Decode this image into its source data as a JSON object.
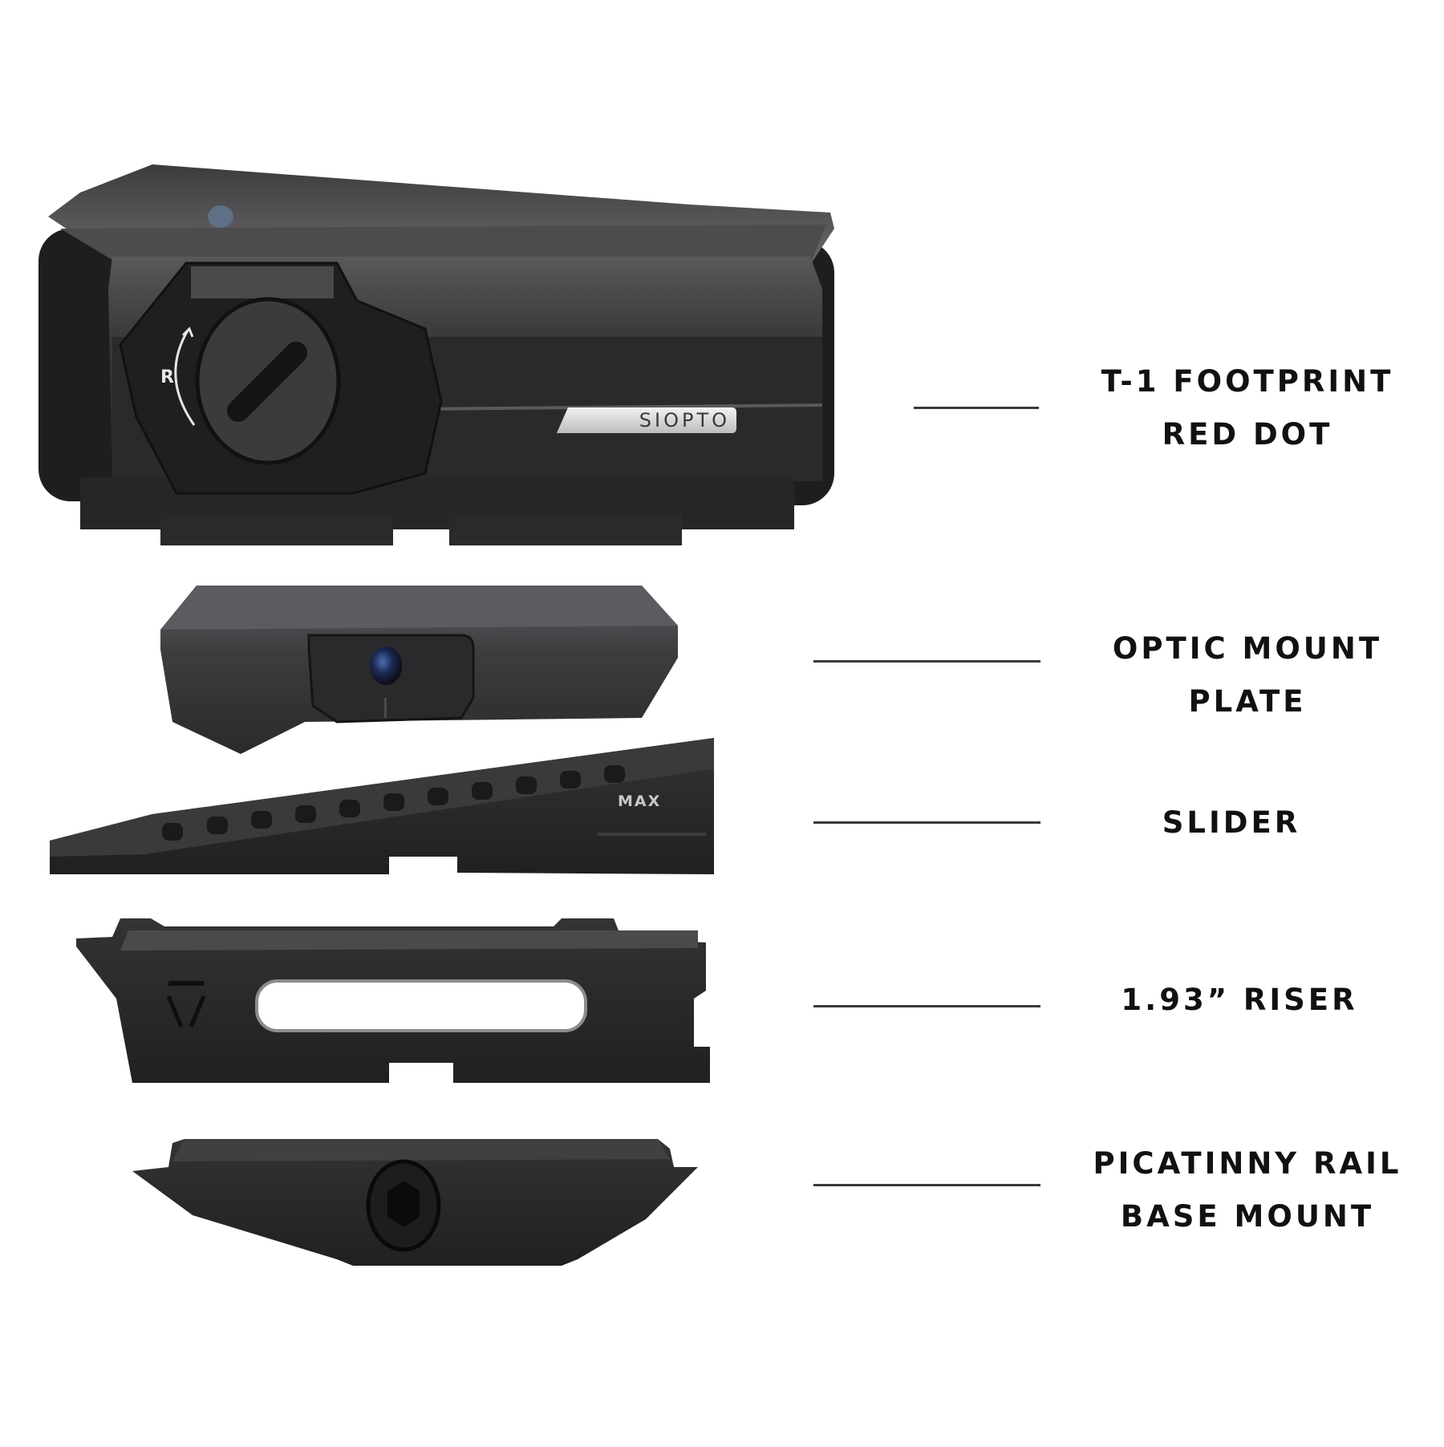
{
  "product": {
    "brand_plate": "SIOPTO",
    "turret_marking": "R",
    "slider_marking": "MAX"
  },
  "components": [
    {
      "id": "red-dot",
      "lines": [
        "T-1 FOOTPRINT",
        "RED DOT"
      ]
    },
    {
      "id": "optic-mount-plate",
      "lines": [
        "OPTIC MOUNT",
        "PLATE"
      ]
    },
    {
      "id": "slider",
      "lines": [
        "SLIDER"
      ]
    },
    {
      "id": "riser",
      "lines": [
        "1.93” RISER"
      ]
    },
    {
      "id": "picatinny-base",
      "lines": [
        "PICATINNY RAIL",
        "BASE MOUNT"
      ]
    }
  ],
  "colors": {
    "background": "#ffffff",
    "anodized_dark": "#2b2b2d",
    "anodized_mid": "#4a4a4d",
    "anodized_light": "#6d6d70",
    "label_text": "#111111",
    "leader_line": "#3a3a3a",
    "plate_silver": "#d8d8d8"
  }
}
